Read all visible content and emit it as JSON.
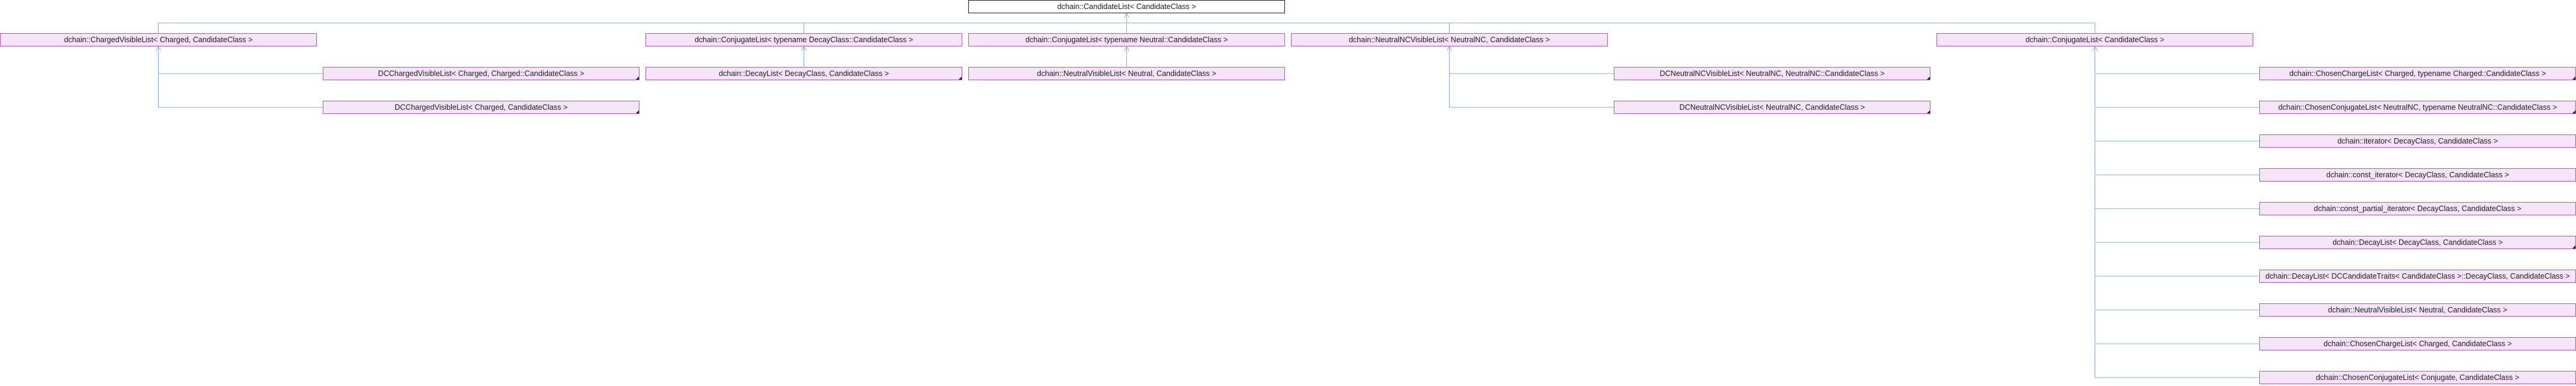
{
  "nodes": [
    {
      "id": "root",
      "label": "dchain::CandidateList< CandidateClass >",
      "root": true,
      "folded": false
    },
    {
      "id": "charged-visible",
      "label": "dchain::ChargedVisibleList< Charged, CandidateClass >",
      "folded": false
    },
    {
      "id": "conjugate-decay",
      "label": "dchain::ConjugateList< typename DecayClass::CandidateClass >",
      "folded": false
    },
    {
      "id": "conjugate-neutral",
      "label": "dchain::ConjugateList< typename Neutral::CandidateClass >",
      "folded": false
    },
    {
      "id": "neutral-nc-visible",
      "label": "dchain::NeutralNCVisibleList< NeutralNC, CandidateClass >",
      "folded": false
    },
    {
      "id": "conjugate-candidate",
      "label": "dchain::ConjugateList< CandidateClass >",
      "folded": false
    },
    {
      "id": "dc-charged-visible-1",
      "label": "DCChargedVisibleList< Charged, Charged::CandidateClass >",
      "folded": true
    },
    {
      "id": "dc-charged-visible-2",
      "label": "DCChargedVisibleList< Charged, CandidateClass >",
      "folded": true
    },
    {
      "id": "decay-list-1",
      "label": "dchain::DecayList< DecayClass, CandidateClass >",
      "folded": true
    },
    {
      "id": "neutral-visible-1",
      "label": "dchain::NeutralVisibleList< Neutral, CandidateClass >",
      "folded": false
    },
    {
      "id": "dc-neutral-nc-1",
      "label": "DCNeutralNCVisibleList< NeutralNC, NeutralNC::CandidateClass >",
      "folded": true
    },
    {
      "id": "dc-neutral-nc-2",
      "label": "DCNeutralNCVisibleList< NeutralNC, CandidateClass >",
      "folded": true
    },
    {
      "id": "chosen-charge-1",
      "label": "dchain::ChosenChargeList< Charged, typename Charged::CandidateClass >",
      "folded": true
    },
    {
      "id": "chosen-conjugate-1",
      "label": "dchain::ChosenConjugateList< NeutralNC, typename NeutralNC::CandidateClass >",
      "folded": true
    },
    {
      "id": "iterator",
      "label": "dchain::iterator< DecayClass, CandidateClass >",
      "folded": false
    },
    {
      "id": "const-iterator",
      "label": "dchain::const_iterator< DecayClass, CandidateClass >",
      "folded": false
    },
    {
      "id": "const-partial-iterator",
      "label": "dchain::const_partial_iterator< DecayClass, CandidateClass >",
      "folded": false
    },
    {
      "id": "decay-list-2",
      "label": "dchain::DecayList< DecayClass, CandidateClass >",
      "folded": true
    },
    {
      "id": "decay-list-3",
      "label": "dchain::DecayList< DCCandidateTraits< CandidateClass >::DecayClass, CandidateClass >",
      "folded": false
    },
    {
      "id": "neutral-visible-2",
      "label": "dchain::NeutralVisibleList< Neutral, CandidateClass >",
      "folded": false
    },
    {
      "id": "chosen-charge-2",
      "label": "dchain::ChosenChargeList< Charged, CandidateClass >",
      "folded": false
    },
    {
      "id": "chosen-conjugate-2",
      "label": "dchain::ChosenConjugateList< Conjugate, CandidateClass >",
      "folded": false
    }
  ],
  "edges": [
    [
      "root",
      "charged-visible"
    ],
    [
      "root",
      "conjugate-decay"
    ],
    [
      "root",
      "conjugate-neutral"
    ],
    [
      "root",
      "neutral-nc-visible"
    ],
    [
      "root",
      "conjugate-candidate"
    ],
    [
      "charged-visible",
      "dc-charged-visible-1"
    ],
    [
      "charged-visible",
      "dc-charged-visible-2"
    ],
    [
      "conjugate-decay",
      "decay-list-1"
    ],
    [
      "conjugate-neutral",
      "neutral-visible-1"
    ],
    [
      "neutral-nc-visible",
      "dc-neutral-nc-1"
    ],
    [
      "neutral-nc-visible",
      "dc-neutral-nc-2"
    ],
    [
      "conjugate-candidate",
      "chosen-charge-1"
    ],
    [
      "conjugate-candidate",
      "chosen-conjugate-1"
    ],
    [
      "conjugate-candidate",
      "iterator"
    ],
    [
      "conjugate-candidate",
      "const-iterator"
    ],
    [
      "conjugate-candidate",
      "const-partial-iterator"
    ],
    [
      "conjugate-candidate",
      "decay-list-2"
    ],
    [
      "conjugate-candidate",
      "decay-list-3"
    ],
    [
      "conjugate-candidate",
      "neutral-visible-2"
    ],
    [
      "conjugate-candidate",
      "chosen-charge-2"
    ],
    [
      "conjugate-candidate",
      "chosen-conjugate-2"
    ]
  ],
  "colors": {
    "node_fill": "#f4e4f6",
    "node_border": "#a35fb4",
    "root_fill": "#ffffff",
    "root_border": "#1c1c1c",
    "edge": "#8aa8d8",
    "text": "#1c1c1c"
  }
}
